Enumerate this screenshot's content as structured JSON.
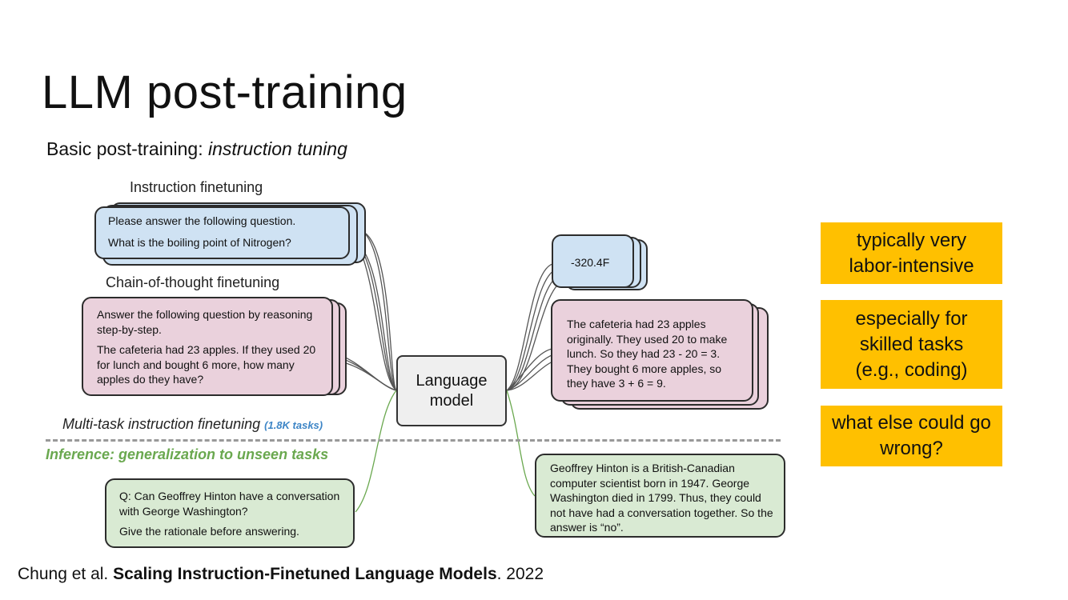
{
  "slide": {
    "title": "LLM post-training",
    "subtitle_prefix": "Basic post-training: ",
    "subtitle_emphasis": "instruction tuning"
  },
  "diagram": {
    "instruction_header": "Instruction finetuning",
    "instruction_input": [
      "Please answer the following question.",
      "What is the boiling point of Nitrogen?"
    ],
    "instruction_output": "-320.4F",
    "cot_header": "Chain-of-thought finetuning",
    "cot_input": [
      "Answer the following question by reasoning step-by-step.",
      "The cafeteria had 23 apples. If they used 20 for lunch and bought 6 more, how many apples do they have?"
    ],
    "cot_output": "The cafeteria had 23 apples originally. They used 20 to make lunch. So they had 23 - 20 = 3. They bought 6 more apples, so they have 3 + 6 = 9.",
    "model_label": "Language model",
    "multitask_label": "Multi-task instruction finetuning",
    "multitask_count": "(1.8K tasks)",
    "inference_label": "Inference: generalization to unseen tasks",
    "inference_input": [
      "Q: Can Geoffrey Hinton have a conversation with George Washington?",
      "Give the rationale before answering."
    ],
    "inference_output": "Geoffrey Hinton is a British-Canadian computer scientist born in 1947. George Washington died in 1799. Thus, they could not have had a conversation together. So the answer is “no”."
  },
  "callouts": [
    "typically very labor-intensive",
    "especially for skilled tasks (e.g., coding)",
    "what else could go wrong?"
  ],
  "citation": {
    "authors": "Chung et al. ",
    "paper": "Scaling Instruction-Finetuned Language Models",
    "year": ". 2022"
  },
  "colors": {
    "instruction_card": "#cfe2f3",
    "cot_card": "#ead1dc",
    "inference_card": "#d9ead3",
    "callout": "#ffc000",
    "inference_text": "#6aa84f",
    "task_count": "#3d85c6"
  }
}
